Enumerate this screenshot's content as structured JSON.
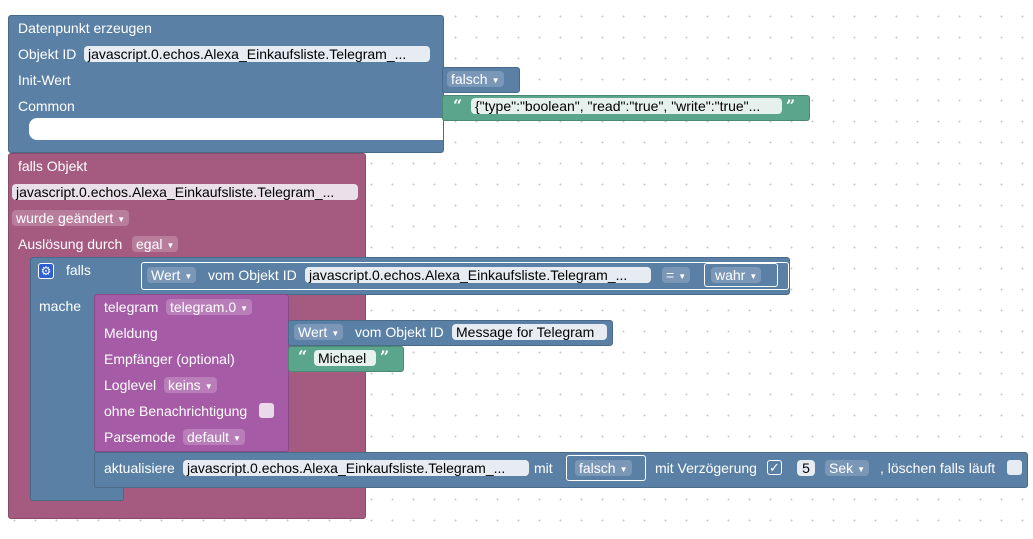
{
  "create_state": {
    "title": "Datenpunkt erzeugen",
    "object_id_label": "Objekt ID",
    "object_id_value": "javascript.0.echos.Alexa_Einkaufsliste.Telegram_...",
    "init_label": "Init-Wert",
    "init_value": "falsch",
    "common_label": "Common",
    "common_value": "{\"type\":\"boolean\", \"read\":\"true\", \"write\":\"true\"..."
  },
  "trigger": {
    "title": "falls Objekt",
    "object_id": "javascript.0.echos.Alexa_Einkaufsliste.Telegram_...",
    "condition": "wurde geändert",
    "trigger_label": "Auslösung durch",
    "trigger_value": "egal"
  },
  "if_block": {
    "if_label": "falls",
    "do_label": "mache",
    "compare": {
      "property": "Wert",
      "of_object_label": "vom Objekt ID",
      "object_id": "javascript.0.echos.Alexa_Einkaufsliste.Telegram_...",
      "operator": "=",
      "value": "wahr"
    }
  },
  "telegram": {
    "label": "telegram",
    "instance": "telegram.0",
    "message_label": "Meldung",
    "message_property": "Wert",
    "message_of_object_label": "vom Objekt ID",
    "message_object_id": "Message for Telegram",
    "recipient_label": "Empfänger (optional)",
    "recipient_value": "Michael",
    "loglevel_label": "Loglevel",
    "loglevel_value": "keins",
    "silent_label": "ohne Benachrichtigung",
    "parsemode_label": "Parsemode",
    "parsemode_value": "default"
  },
  "update": {
    "label": "aktualisiere",
    "object_id": "javascript.0.echos.Alexa_Einkaufsliste.Telegram_...",
    "with_label": "mit",
    "value": "falsch",
    "delay_label": "mit Verzögerung",
    "delay_checked": "✓",
    "delay_amount": "5",
    "delay_unit": "Sek",
    "clear_label": ", löschen falls läuft"
  },
  "quote_open": "“",
  "quote_close": "”",
  "gear_glyph": "⚙",
  "dropdown_arrow": "▼",
  "colors": {
    "state_block": "#5b80a5",
    "trigger_block": "#a55b80",
    "logic_block": "#5b80a5",
    "telegram_block": "#a55ba5",
    "text_block": "#5ba58c",
    "value_block": "#5b80a5"
  }
}
